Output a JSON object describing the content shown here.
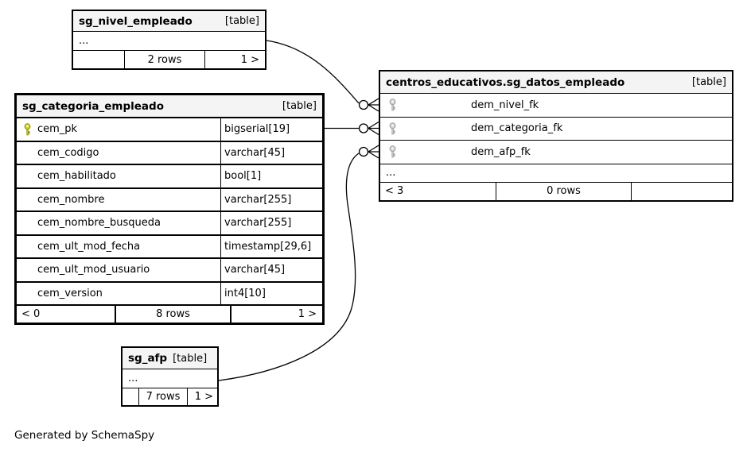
{
  "diagram": {
    "generated_note": "Generated by SchemaSpy",
    "tables": {
      "nivel": {
        "title": "sg_nivel_empleado",
        "tag": "[table]",
        "ellipsis": "...",
        "footer": {
          "left": "",
          "center": "2 rows",
          "right": "1 >"
        }
      },
      "categoria": {
        "title": "sg_categoria_empleado",
        "tag": "[table]",
        "columns": [
          {
            "name": "cem_pk",
            "type": "bigserial[19]",
            "key": "primary"
          },
          {
            "name": "cem_codigo",
            "type": "varchar[45]",
            "key": ""
          },
          {
            "name": "cem_habilitado",
            "type": "bool[1]",
            "key": ""
          },
          {
            "name": "cem_nombre",
            "type": "varchar[255]",
            "key": ""
          },
          {
            "name": "cem_nombre_busqueda",
            "type": "varchar[255]",
            "key": ""
          },
          {
            "name": "cem_ult_mod_fecha",
            "type": "timestamp[29,6]",
            "key": ""
          },
          {
            "name": "cem_ult_mod_usuario",
            "type": "varchar[45]",
            "key": ""
          },
          {
            "name": "cem_version",
            "type": "int4[10]",
            "key": ""
          }
        ],
        "footer": {
          "left": "< 0",
          "center": "8 rows",
          "right": "1 >"
        }
      },
      "datos": {
        "title": "centros_educativos.sg_datos_empleado",
        "tag": "[table]",
        "columns": [
          {
            "name": "dem_nivel_fk",
            "key": "foreign"
          },
          {
            "name": "dem_categoria_fk",
            "key": "foreign"
          },
          {
            "name": "dem_afp_fk",
            "key": "foreign"
          }
        ],
        "ellipsis": "...",
        "footer": {
          "left": "< 3",
          "center": "0 rows",
          "right": ""
        }
      },
      "afp": {
        "title": "sg_afp",
        "tag": "[table]",
        "ellipsis": "...",
        "footer": {
          "left": "",
          "center": "7 rows",
          "right": "1 >"
        }
      }
    },
    "relationships": [
      {
        "from_table": "sg_nivel_empleado",
        "to_table": "centros_educativos.sg_datos_empleado",
        "to_column": "dem_nivel_fk"
      },
      {
        "from_table": "sg_categoria_empleado",
        "from_column": "cem_pk",
        "to_table": "centros_educativos.sg_datos_empleado",
        "to_column": "dem_categoria_fk"
      },
      {
        "from_table": "sg_afp",
        "to_table": "centros_educativos.sg_datos_empleado",
        "to_column": "dem_afp_fk"
      }
    ],
    "colors": {
      "pk_key": "#d6d61c",
      "fk_key": "#d6d6d6",
      "header_bg": "#f4f4f4",
      "line": "#000000"
    }
  }
}
